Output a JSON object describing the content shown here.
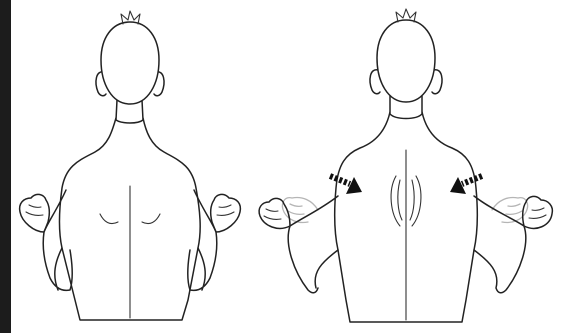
{
  "diagram": {
    "panels": [
      {
        "id": "neutral",
        "arrows": []
      },
      {
        "id": "squeeze",
        "arrows": [
          "left-shoulder-arrow",
          "right-shoulder-arrow"
        ]
      }
    ],
    "colors": {
      "background": "#ffffff",
      "line": "#222222",
      "ghost_line": "#b5b5b5",
      "arrow": "#111111",
      "edge_bar": "#1c1c1c"
    },
    "icons": [
      "arrow-icon"
    ]
  }
}
